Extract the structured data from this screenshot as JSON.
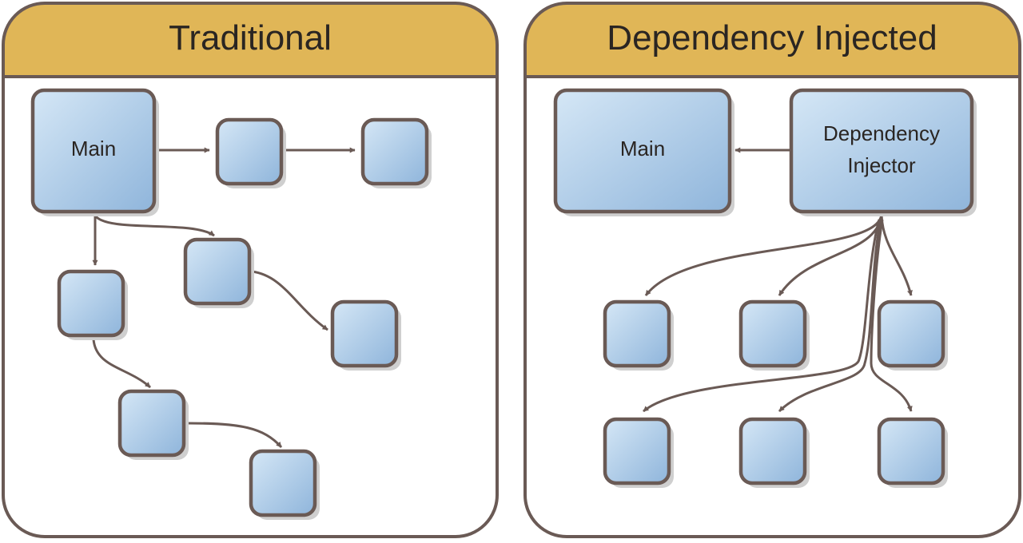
{
  "panels": {
    "traditional": {
      "title": "Traditional"
    },
    "injected": {
      "title": "Dependency Injected"
    }
  },
  "nodes": {
    "main_left": "Main",
    "main_right": "Main",
    "injector_line1": "Dependency",
    "injector_line2": "Injector"
  },
  "colors": {
    "header": "#e0b657",
    "node_fill_light": "#cfe3f4",
    "node_fill_dark": "#8fb6dc",
    "stroke": "#6a5a55"
  }
}
